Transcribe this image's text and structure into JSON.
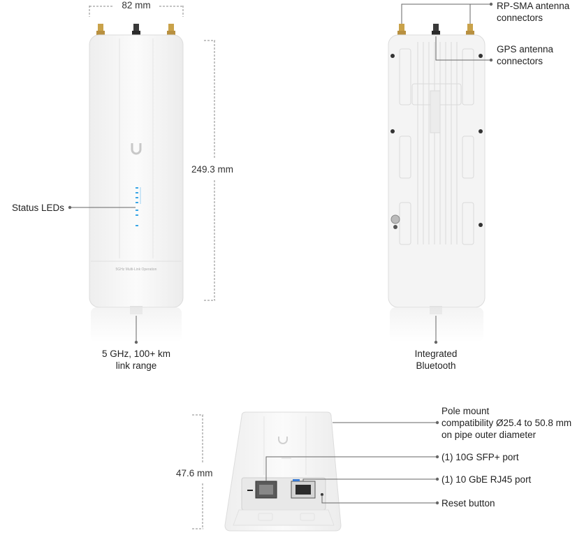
{
  "dimensions": {
    "width": "82 mm",
    "height": "249.3 mm",
    "depth": "47.6 mm"
  },
  "callouts": {
    "status_leds": "Status LEDs",
    "link_range_line1": "5 GHz, 100+ km",
    "link_range_line2": "link range",
    "rp_sma_line1": "RP-SMA antenna",
    "rp_sma_line2": "connectors",
    "gps_line1": "GPS antenna",
    "gps_line2": "connectors",
    "bluetooth_line1": "Integrated",
    "bluetooth_line2": "Bluetooth",
    "pole_line1": "Pole mount",
    "pole_line2": "compatibility Ø25.4 to 50.8 mm",
    "pole_line3": "on pipe outer diameter",
    "sfp_port": "(1) 10G SFP+ port",
    "rj45_port": "(1) 10 GbE RJ45 port",
    "reset_button": "Reset button"
  },
  "device_print": {
    "front_band_text": "5GHz Multi-Link Operation"
  },
  "colors": {
    "device_body": "#f7f7f7",
    "device_outline": "#dcdcdc",
    "connector_gold": "#c9a24a",
    "connector_dark": "#3a3a3a",
    "led_blue": "#3aa6e6",
    "leader_line": "#666666"
  }
}
